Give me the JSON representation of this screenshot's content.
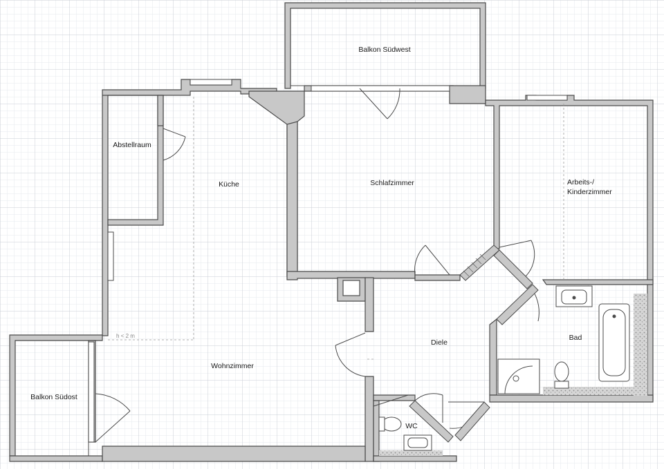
{
  "plan": {
    "rooms": {
      "balkon_suedwest": "Balkon Südwest",
      "abstellraum": "Abstellraum",
      "kueche": "Küche",
      "schlafzimmer": "Schlafzimmer",
      "arbeits_line1": "Arbeits-/",
      "arbeits_line2": "Kinderzimmer",
      "bad": "Bad",
      "diele": "Diele",
      "wohnzimmer": "Wohnzimmer",
      "balkon_suedost": "Balkon Südost",
      "wc": "WC"
    },
    "height_note": "h < 2 m"
  },
  "colors": {
    "grid_minor": "#e6e9ee",
    "grid_major": "#c9ced6",
    "wall_fill": "#c8c8c8",
    "wall_stroke": "#4a4a4a",
    "text": "#1a1a1a"
  }
}
